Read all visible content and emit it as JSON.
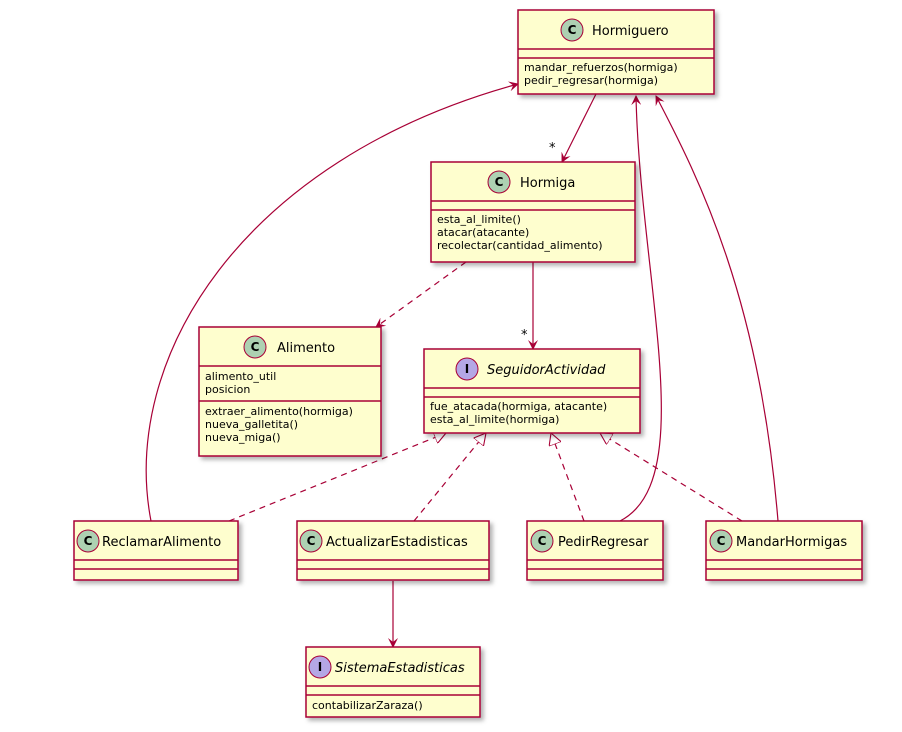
{
  "classes": {
    "hormiguero": {
      "name": "Hormiguero",
      "badge": "C",
      "methods": [
        "mandar_refuerzos(hormiga)",
        "pedir_regresar(hormiga)"
      ]
    },
    "hormiga": {
      "name": "Hormiga",
      "badge": "C",
      "methods": [
        "esta_al_limite()",
        "atacar(atacante)",
        "recolectar(cantidad_alimento)"
      ]
    },
    "alimento": {
      "name": "Alimento",
      "badge": "C",
      "attributes": [
        "alimento_util",
        "posicion"
      ],
      "methods": [
        "extraer_alimento(hormiga)",
        "nueva_galletita()",
        "nueva_miga()"
      ]
    },
    "seguidor": {
      "name": "SeguidorActividad",
      "badge": "I",
      "methods": [
        "fue_atacada(hormiga, atacante)",
        "esta_al_limite(hormiga)"
      ]
    },
    "reclamar": {
      "name": "ReclamarAlimento",
      "badge": "C"
    },
    "actualizar": {
      "name": "ActualizarEstadisticas",
      "badge": "C"
    },
    "pedir": {
      "name": "PedirRegresar",
      "badge": "C"
    },
    "mandar": {
      "name": "MandarHormigas",
      "badge": "C"
    },
    "sistema": {
      "name": "SistemaEstadisticas",
      "badge": "I",
      "methods": [
        "contabilizarZaraza()"
      ]
    }
  },
  "multiplicities": {
    "hormiguero_hormiga": "*",
    "hormiga_seguidor": "*"
  },
  "colors": {
    "box_fill": "#FEFECE",
    "border": "#A80036",
    "class_badge": "#ADD1B2",
    "interface_badge": "#B4A7E5"
  }
}
